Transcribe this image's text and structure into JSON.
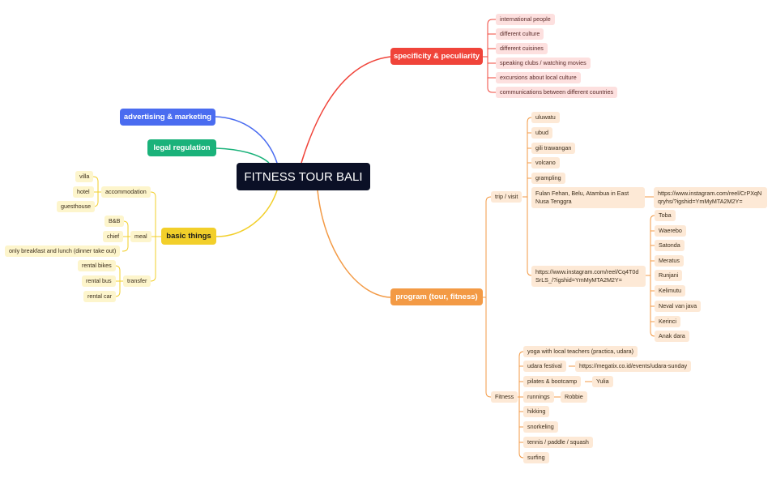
{
  "center": "FITNESS TOUR BALI",
  "colors": {
    "red": "#f0443a",
    "blue": "#4a6cf0",
    "green": "#1ab27a",
    "yellow": "#f2cf2a",
    "orange": "#f39a45"
  },
  "specificity": {
    "title": "specificity & peculiarity",
    "items": [
      "international people",
      "different culture",
      "different cuisines",
      "speaking clubs / watching movies",
      "excursions about local culture",
      "communications between different countries"
    ]
  },
  "advertising": {
    "title": "advertising & marketing"
  },
  "legal": {
    "title": "legal regulation"
  },
  "basic": {
    "title": "basic things",
    "accommodation": {
      "label": "accommodation",
      "items": [
        "villa",
        "hotel",
        "guesthouse"
      ]
    },
    "meal": {
      "label": "meal",
      "items": [
        "B&B",
        "chief",
        "only breakfast and lunch (dinner take out)"
      ]
    },
    "transfer": {
      "label": "transfer",
      "items": [
        "rental bikes",
        "rental bus",
        "rental car"
      ]
    }
  },
  "program": {
    "title": "program (tour, fitness)",
    "trip": {
      "label": "trip / visit",
      "items": [
        "uluwatu",
        "ubud",
        "gili trawangan",
        "volcano",
        "grampling"
      ],
      "east_nusa": {
        "label": "Fulan Fehan, Belu, Atambua in East Nusa Tenggra",
        "link": "https://www.instagram.com/reel/CrPXqNqryhs/?igshid=YmMyMTA2M2Y="
      },
      "reel": {
        "label": "https://www.instagram.com/reel/Cq4T0dSrLS_/?igshid=YmMyMTA2M2Y=",
        "items": [
          "Toba",
          "Waerebo",
          "Satonda",
          "Meratus",
          "Runjani",
          "Kelimutu",
          "Neval van java",
          "Kerinci",
          "Anak dara"
        ]
      }
    },
    "fitness": {
      "label": "Fitness",
      "items": [
        "yoga with local teachers (practica, udara)",
        "udara festival",
        "pilates & bootcamp",
        "runnings",
        "hikking",
        "snorkeling",
        "tennis / paddle / squash",
        "surfing"
      ],
      "udara_link": "https://megatix.co.id/events/udara-sunday",
      "pilates_coach": "Yulia",
      "runnings_coach": "Robbie"
    }
  }
}
